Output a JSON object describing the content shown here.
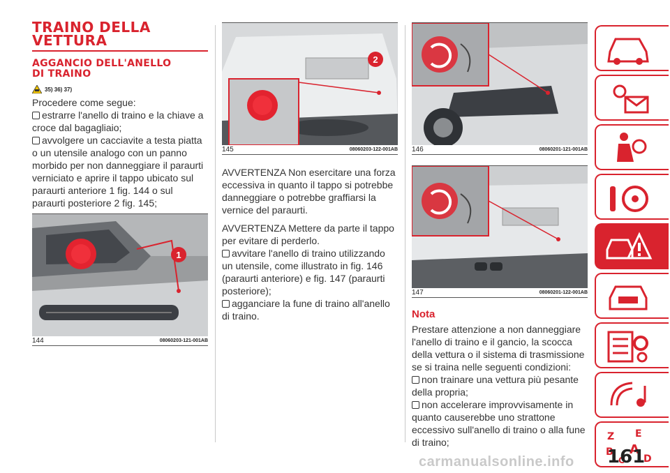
{
  "section_title_line1": "TRAINO DELLA",
  "section_title_line2": "VETTURA",
  "subsection_title_line1": "AGGANCIO DELL'ANELLO",
  "subsection_title_line2": "DI TRAINO",
  "warning_refs": "35) 36) 37)",
  "intro": "Procedere come segue:",
  "steps_col1": [
    "estrarre l'anello di traino e la chiave a croce dal bagagliaio;",
    "avvolgere un cacciavite a testa piatta o un utensile analogo con un panno morbido per non danneggiare il paraurti verniciato e aprire il tappo ubicato sul paraurti anteriore 1 fig. 144 o sul paraurti posteriore 2 fig. 145;"
  ],
  "figures": {
    "f144": {
      "number": "144",
      "code": "08060203-121-001AB",
      "callout": "1"
    },
    "f145": {
      "number": "145",
      "code": "08060203-122-001AB",
      "callout": "2"
    },
    "f146": {
      "number": "146",
      "code": "08060201-121-001AB"
    },
    "f147": {
      "number": "147",
      "code": "08060201-122-001AB"
    }
  },
  "warning1": "AVVERTENZA Non esercitare una forza eccessiva in quanto il tappo si potrebbe danneggiare o potrebbe graffiarsi la vernice del paraurti.",
  "warning2": "AVVERTENZA Mettere da parte il tappo per evitare di perderlo.",
  "steps_col2": [
    "avvitare l'anello di traino utilizzando un utensile, come illustrato in fig. 146 (paraurti anteriore) e fig. 147 (paraurti posteriore);",
    "agganciare la fune di traino all'anello di traino."
  ],
  "nota_title": "Nota",
  "nota_text": "Prestare attenzione a non danneggiare l'anello di traino e il gancio, la scocca della vettura o il sistema di trasmissione se si traina nelle seguenti condizioni:",
  "nota_items": [
    "non trainare una vettura più pesante della propria;",
    "non accelerare improvvisamente in quanto causerebbe uno strattone eccessivo sull'anello di traino o alla fune di traino;"
  ],
  "sidebar_icons": [
    "car-icon",
    "dashboard-lights-icon",
    "safety-airbag-icon",
    "starting-driving-icon",
    "emergency-icon",
    "maintenance-icon",
    "technical-data-icon",
    "multimedia-icon",
    "index-icon"
  ],
  "active_tab_index": 4,
  "page_number": "161",
  "watermark": "carmanualsonline.info",
  "colors": {
    "accent": "#d9232e"
  }
}
